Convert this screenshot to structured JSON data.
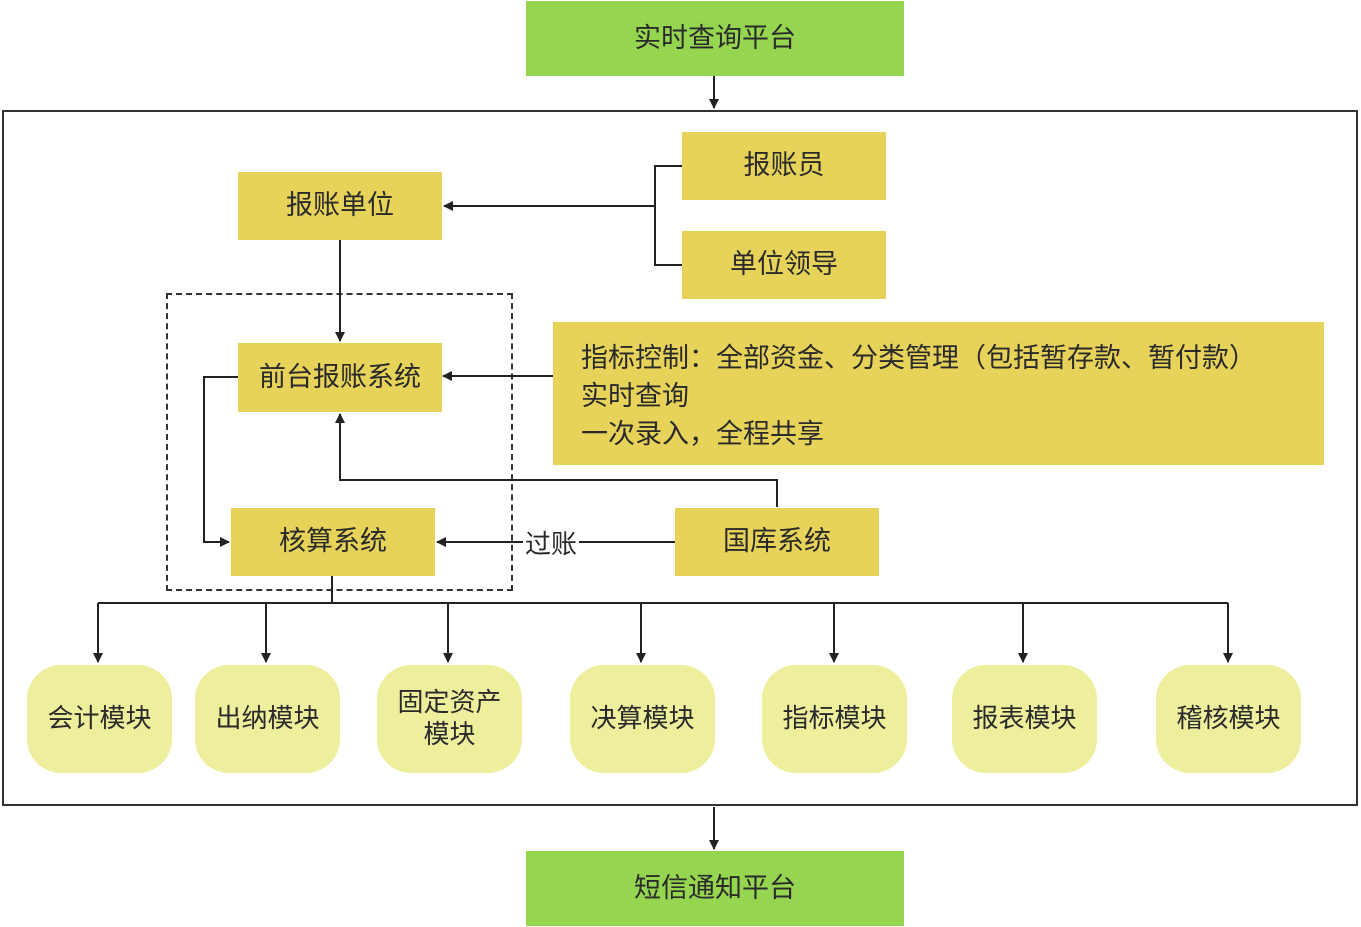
{
  "platforms": {
    "top": "实时查询平台",
    "bottom": "短信通知平台"
  },
  "nodes": {
    "claim_unit": "报账单位",
    "claimant": "报账员",
    "unit_leader": "单位领导",
    "front_system": "前台报账系统",
    "accounting_system": "核算系统",
    "treasury_system": "国库系统"
  },
  "info_box": {
    "line1": "指标控制：全部资金、分类管理（包括暂存款、暂付款）",
    "line2": "实时查询",
    "line3": "一次录入，全程共享"
  },
  "edge_labels": {
    "posting": "过账"
  },
  "modules": {
    "accounting": "会计模块",
    "cashier": "出纳模块",
    "fixed_assets_1": "固定资产",
    "fixed_assets_2": "模块",
    "final_accounts": "决算模块",
    "indicator": "指标模块",
    "report": "报表模块",
    "audit": "稽核模块"
  },
  "colors": {
    "platform_fill": "#96d550",
    "node_fill": "#e7d35a",
    "module_fill": "#edef9d",
    "line": "#222222"
  }
}
